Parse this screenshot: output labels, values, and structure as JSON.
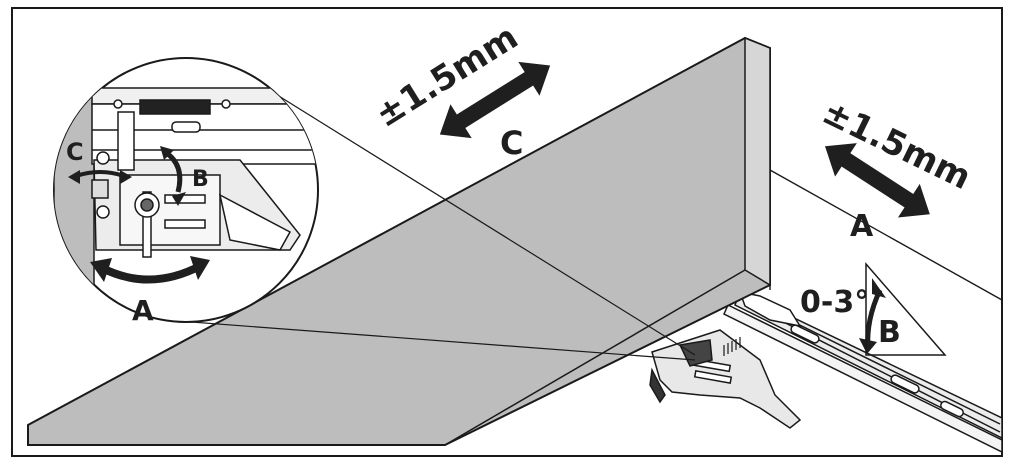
{
  "colors": {
    "background": "#ffffff",
    "frame": "#1a1a1a",
    "front_panel": "#bdbdbd",
    "front_edge": "#d6d6d6",
    "ink": "#1f1f1f",
    "hardware": "#e8e8e8"
  },
  "labels": {
    "depth_tolerance": "±1.5mm",
    "side_tolerance": "±1.5mm",
    "tilt_range": "0-3°",
    "adjust_a_right": "A",
    "adjust_b_right": "B",
    "adjust_c_top": "C",
    "inset_a": "A",
    "inset_b": "B",
    "inset_c": "C"
  }
}
